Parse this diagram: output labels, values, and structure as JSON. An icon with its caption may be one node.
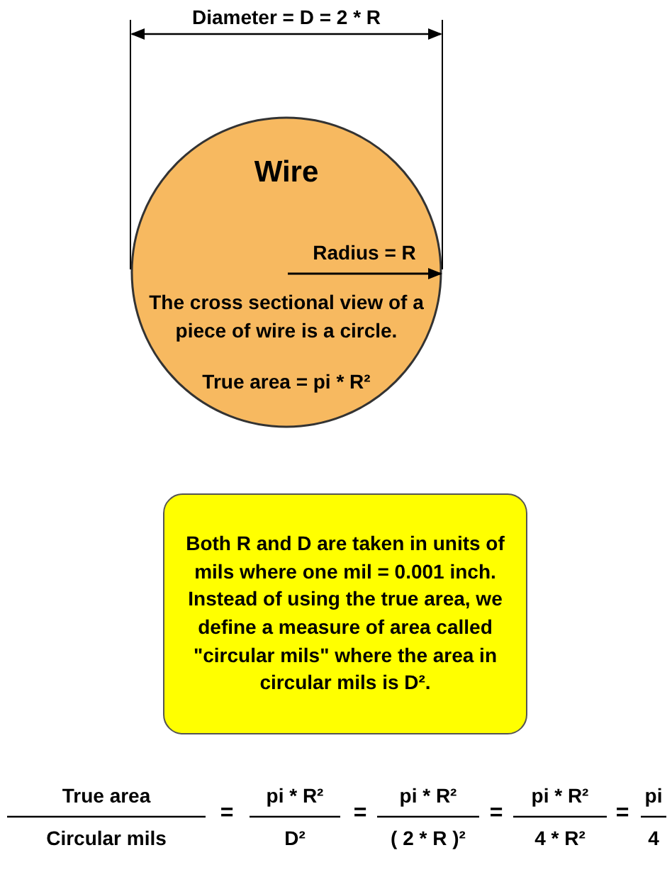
{
  "diagram": {
    "nodes": [
      {
        "text": [
          "Wire",
          "The cross sectional view of a piece of wire is a circle.",
          "True area = pi * R²"
        ]
      },
      {
        "text": [
          "Both R and D are taken in units of mils where one mil = 0.001 inch. Instead of using the true area, we define a measure of area called \"circular mils\" where the area in circular mils is D²."
        ]
      }
    ],
    "labels": [
      "Diameter = D = 2 * R",
      "Radius = R",
      "True area",
      "Circular mils",
      "=",
      "pi * R²",
      "D²",
      "=",
      "pi * R²",
      "( 2 * R )²",
      "=",
      "pi * R²",
      "4 * R²",
      "=",
      "pi",
      "4"
    ]
  }
}
